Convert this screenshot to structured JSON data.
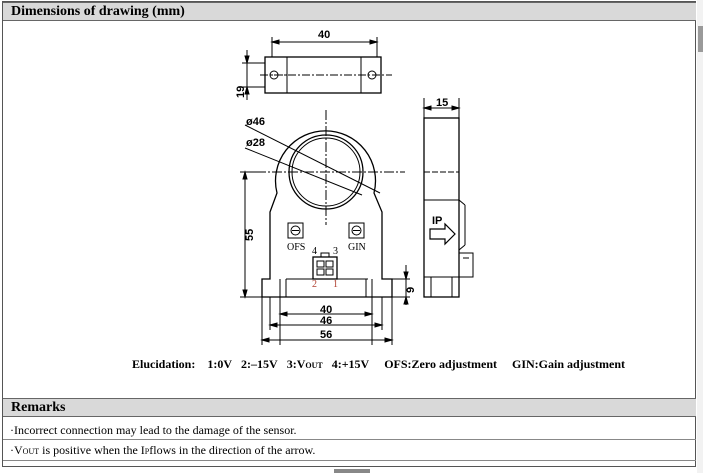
{
  "sections": {
    "drawing_title": "Dimensions of drawing (mm)",
    "remarks_title": "Remarks"
  },
  "drawing": {
    "top_width": "40",
    "top_height": "19",
    "side_width": "15",
    "outer_diameter": "ø46",
    "inner_diameter": "ø28",
    "height": "55",
    "foot_height": "9",
    "bottom_dims": [
      "40",
      "46",
      "56"
    ],
    "ofs_label": "OFS",
    "gin_label": "GIN",
    "pin_4": "4",
    "pin_3": "3",
    "pin_2": "2",
    "pin_1": "1",
    "ip_label": "IP"
  },
  "elucidation": {
    "label": "Elucidation:",
    "pin1": "1:0V",
    "pin2": "2:–15V",
    "pin3_prefix": "3:V",
    "pin3_sub": "OUT",
    "pin4": "4:+15V",
    "ofs": "OFS:Zero adjustment",
    "gin": "GIN:Gain adjustment"
  },
  "remarks": {
    "line1": "·Incorrect connection may lead to the damage of the sensor.",
    "line2_v": "·V",
    "line2_sub1": "OUT",
    "line2_mid": " is positive when the I",
    "line2_sub2": "P",
    "line2_end": "flows in the direction of the arrow."
  }
}
